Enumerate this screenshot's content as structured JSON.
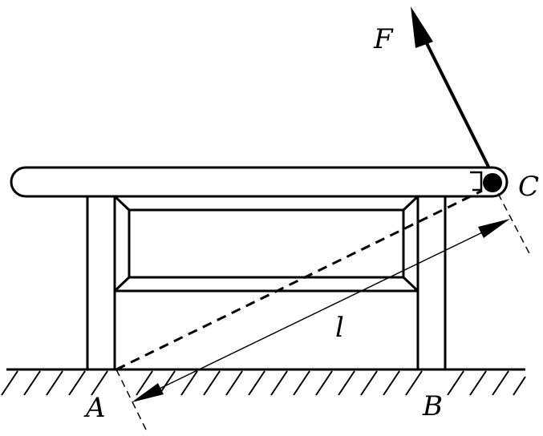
{
  "labels": {
    "force": "F",
    "point_a": "A",
    "point_b": "B",
    "point_c": "C",
    "length": "l"
  },
  "colors": {
    "stroke": "#000000",
    "background": "#ffffff"
  }
}
